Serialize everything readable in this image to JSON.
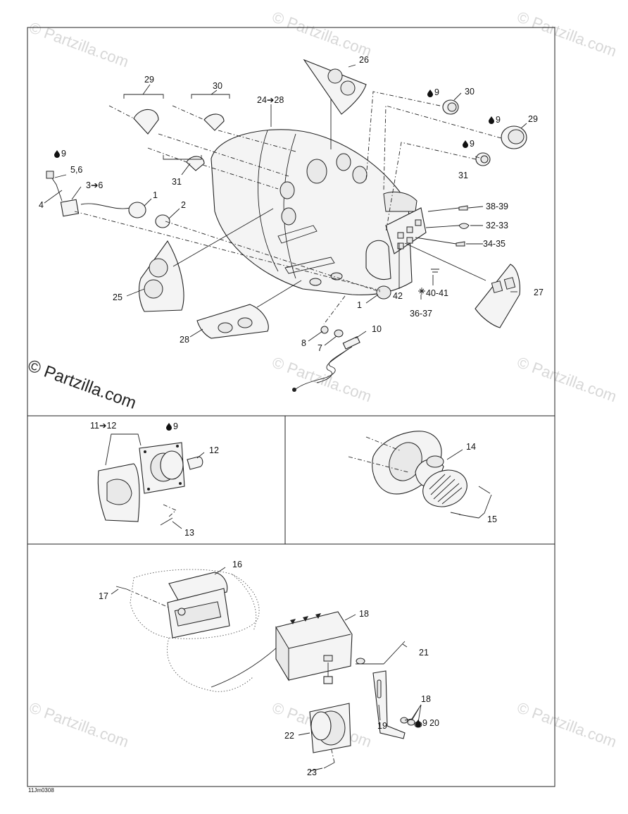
{
  "watermark_text": "© Partzilla.com",
  "figure_code": "11Jm0308",
  "icons": {
    "oil_drop": "oil-drop-icon",
    "arrow": "right-arrow-icon"
  },
  "panel_main": {
    "labels": {
      "l29a": "29",
      "l30a": "30",
      "l24_28": "24➔28",
      "l26": "26",
      "l9_30": "9",
      "l30b": "30",
      "l9_29": "9",
      "l29b": "29",
      "l9_31": "9",
      "l31b": "31",
      "l31a": "31",
      "l9a": "9",
      "l5_6": "5,6",
      "l3_6": "3➔6",
      "l4": "4",
      "l1a": "1",
      "l2": "2",
      "l38_39": "38-39",
      "l32_33": "32-33",
      "l34_35": "34-35",
      "l25": "25",
      "l27": "27",
      "l42": "42",
      "l40_41": "40-41",
      "l36_37": "36-37",
      "l1b": "1",
      "l28": "28",
      "l10": "10",
      "l8": "8",
      "l7": "7"
    }
  },
  "panel_gauge": {
    "labels": {
      "l11_12": "11➔12",
      "l9": "9",
      "l12": "12",
      "l13": "13"
    }
  },
  "panel_horn": {
    "labels": {
      "l14": "14",
      "l15": "15"
    }
  },
  "panel_radio": {
    "labels": {
      "l16": "16",
      "l17": "17",
      "l18a": "18",
      "l21": "21",
      "l18b": "18",
      "l22": "22",
      "l19": "19",
      "l9_20": "9",
      "l20": "20",
      "l23": "23"
    }
  }
}
